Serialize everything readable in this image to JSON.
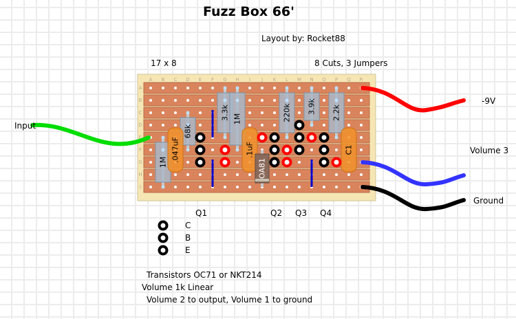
{
  "header": {
    "title": "Fuzz Box 66'",
    "author": "Layout by: Rocket88",
    "board_size": "17 x 8",
    "cuts_jumpers": "8 Cuts, 3 Jumpers"
  },
  "board": {
    "column_letters": [
      "A",
      "B",
      "C",
      "D",
      "E",
      "F",
      "G",
      "H",
      "I",
      "J",
      "K",
      "L",
      "M",
      "N",
      "O",
      "P",
      "Q",
      "R"
    ],
    "row_letters": [
      "A",
      "B",
      "C",
      "D",
      "E",
      "F",
      "G",
      "H",
      "I"
    ],
    "colors": {
      "strip": "#d9845c",
      "board": "#f5e6b4",
      "cut": "#0000cc"
    }
  },
  "components": {
    "resistors": [
      {
        "label": "3.3k",
        "col": "G",
        "from": "A",
        "to": "E"
      },
      {
        "label": "1M",
        "col": "H",
        "from": "A",
        "to": "F"
      },
      {
        "label": "220k",
        "col": "L",
        "from": "A",
        "to": "E"
      },
      {
        "label": "3.9k",
        "col": "N",
        "from": "A",
        "to": "D"
      },
      {
        "label": "2.2k",
        "col": "P",
        "from": "A",
        "to": "E"
      },
      {
        "label": "68k",
        "col": "D",
        "from": "C",
        "to": "F"
      },
      {
        "label": "1M",
        "col": "B",
        "from": "E",
        "to": "I"
      }
    ],
    "capacitors": [
      {
        "label": ".047uF",
        "col": "C",
        "from": "E",
        "to": "G"
      },
      {
        "label": ".1uF",
        "col": "I",
        "from": "E",
        "to": "G"
      },
      {
        "label": "C1",
        "col": "Q",
        "from": "E",
        "to": "G"
      }
    ],
    "diode": {
      "label": "OA81",
      "col": "J",
      "from": "F",
      "to": "I"
    },
    "transistor_pads": {
      "black": [
        [
          "E",
          "E"
        ],
        [
          "E",
          "F"
        ],
        [
          "E",
          "G"
        ],
        [
          "K",
          "E"
        ],
        [
          "K",
          "F"
        ],
        [
          "K",
          "G"
        ],
        [
          "M",
          "D"
        ],
        [
          "M",
          "E"
        ],
        [
          "M",
          "F"
        ],
        [
          "O",
          "E"
        ],
        [
          "O",
          "F"
        ],
        [
          "O",
          "G"
        ]
      ],
      "red": [
        [
          "G",
          "F"
        ],
        [
          "G",
          "G"
        ],
        [
          "J",
          "E"
        ],
        [
          "L",
          "F"
        ],
        [
          "L",
          "G"
        ],
        [
          "N",
          "E"
        ],
        [
          "P",
          "G"
        ]
      ]
    },
    "cuts": [
      {
        "col": "F",
        "from": "C",
        "to": "E"
      },
      {
        "col": "F",
        "from": "G",
        "to": "I"
      },
      {
        "col": "N",
        "from": "G",
        "to": "I"
      }
    ]
  },
  "wires": {
    "input": {
      "label": "Input",
      "color": "#00dd00"
    },
    "power": {
      "label": "-9V",
      "color": "#ff0000"
    },
    "volume": {
      "label": "Volume 3",
      "color": "#3333ff"
    },
    "ground": {
      "label": "Ground",
      "color": "#000000"
    }
  },
  "transistors": {
    "labels": [
      "Q1",
      "Q2",
      "Q3",
      "Q4"
    ],
    "pinout": [
      "C",
      "B",
      "E"
    ]
  },
  "notes": [
    "Transistors OC71 or NKT214",
    "Volume 1k Linear",
    "Volume 2 to output, Volume 1 to ground"
  ]
}
